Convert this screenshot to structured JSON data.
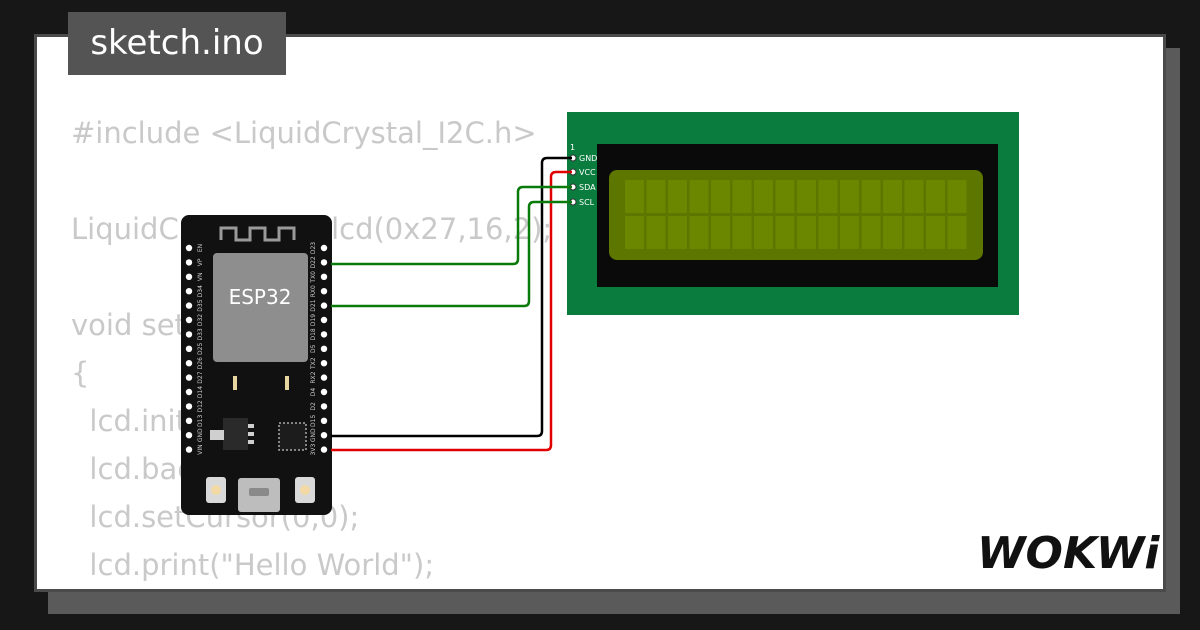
{
  "file_tab": {
    "label": "sketch.ino"
  },
  "code_lines": [
    "#include <LiquidCrystal_I2C.h>",
    "",
    "LiquidCrystal_I2C lcd(0x27,16,2);",
    "",
    "void setup()",
    "{",
    "  lcd.init();",
    "  lcd.backlight();",
    "  lcd.setCursor(0,0);",
    "  lcd.print(\"Hello World\");",
    "}"
  ],
  "esp32": {
    "chip_label": "ESP32",
    "left_pins": [
      "EN",
      "VP",
      "VN",
      "D34",
      "D35",
      "D32",
      "D33",
      "D25",
      "D26",
      "D27",
      "D14",
      "D12",
      "D13",
      "GND",
      "VIN"
    ],
    "right_pins": [
      "D23",
      "D22",
      "TX0",
      "RX0",
      "D21",
      "D19",
      "D18",
      "D5",
      "TX2",
      "RX2",
      "D4",
      "D2",
      "D15",
      "GND",
      "3V3"
    ]
  },
  "lcd": {
    "pin_one_label": "1",
    "pins": [
      "GND",
      "VCC",
      "SDA",
      "SCL"
    ]
  },
  "wires": {
    "ground_color": "#000000",
    "power_color": "#e00000",
    "signal_color": "#0a7a0a"
  },
  "brand": {
    "logo": "WOKWi"
  },
  "colors": {
    "lcd_board": "#097c3e",
    "lcd_screen": "#5c7600",
    "esp_board": "#111111",
    "esp_module": "#8e8e8e"
  }
}
